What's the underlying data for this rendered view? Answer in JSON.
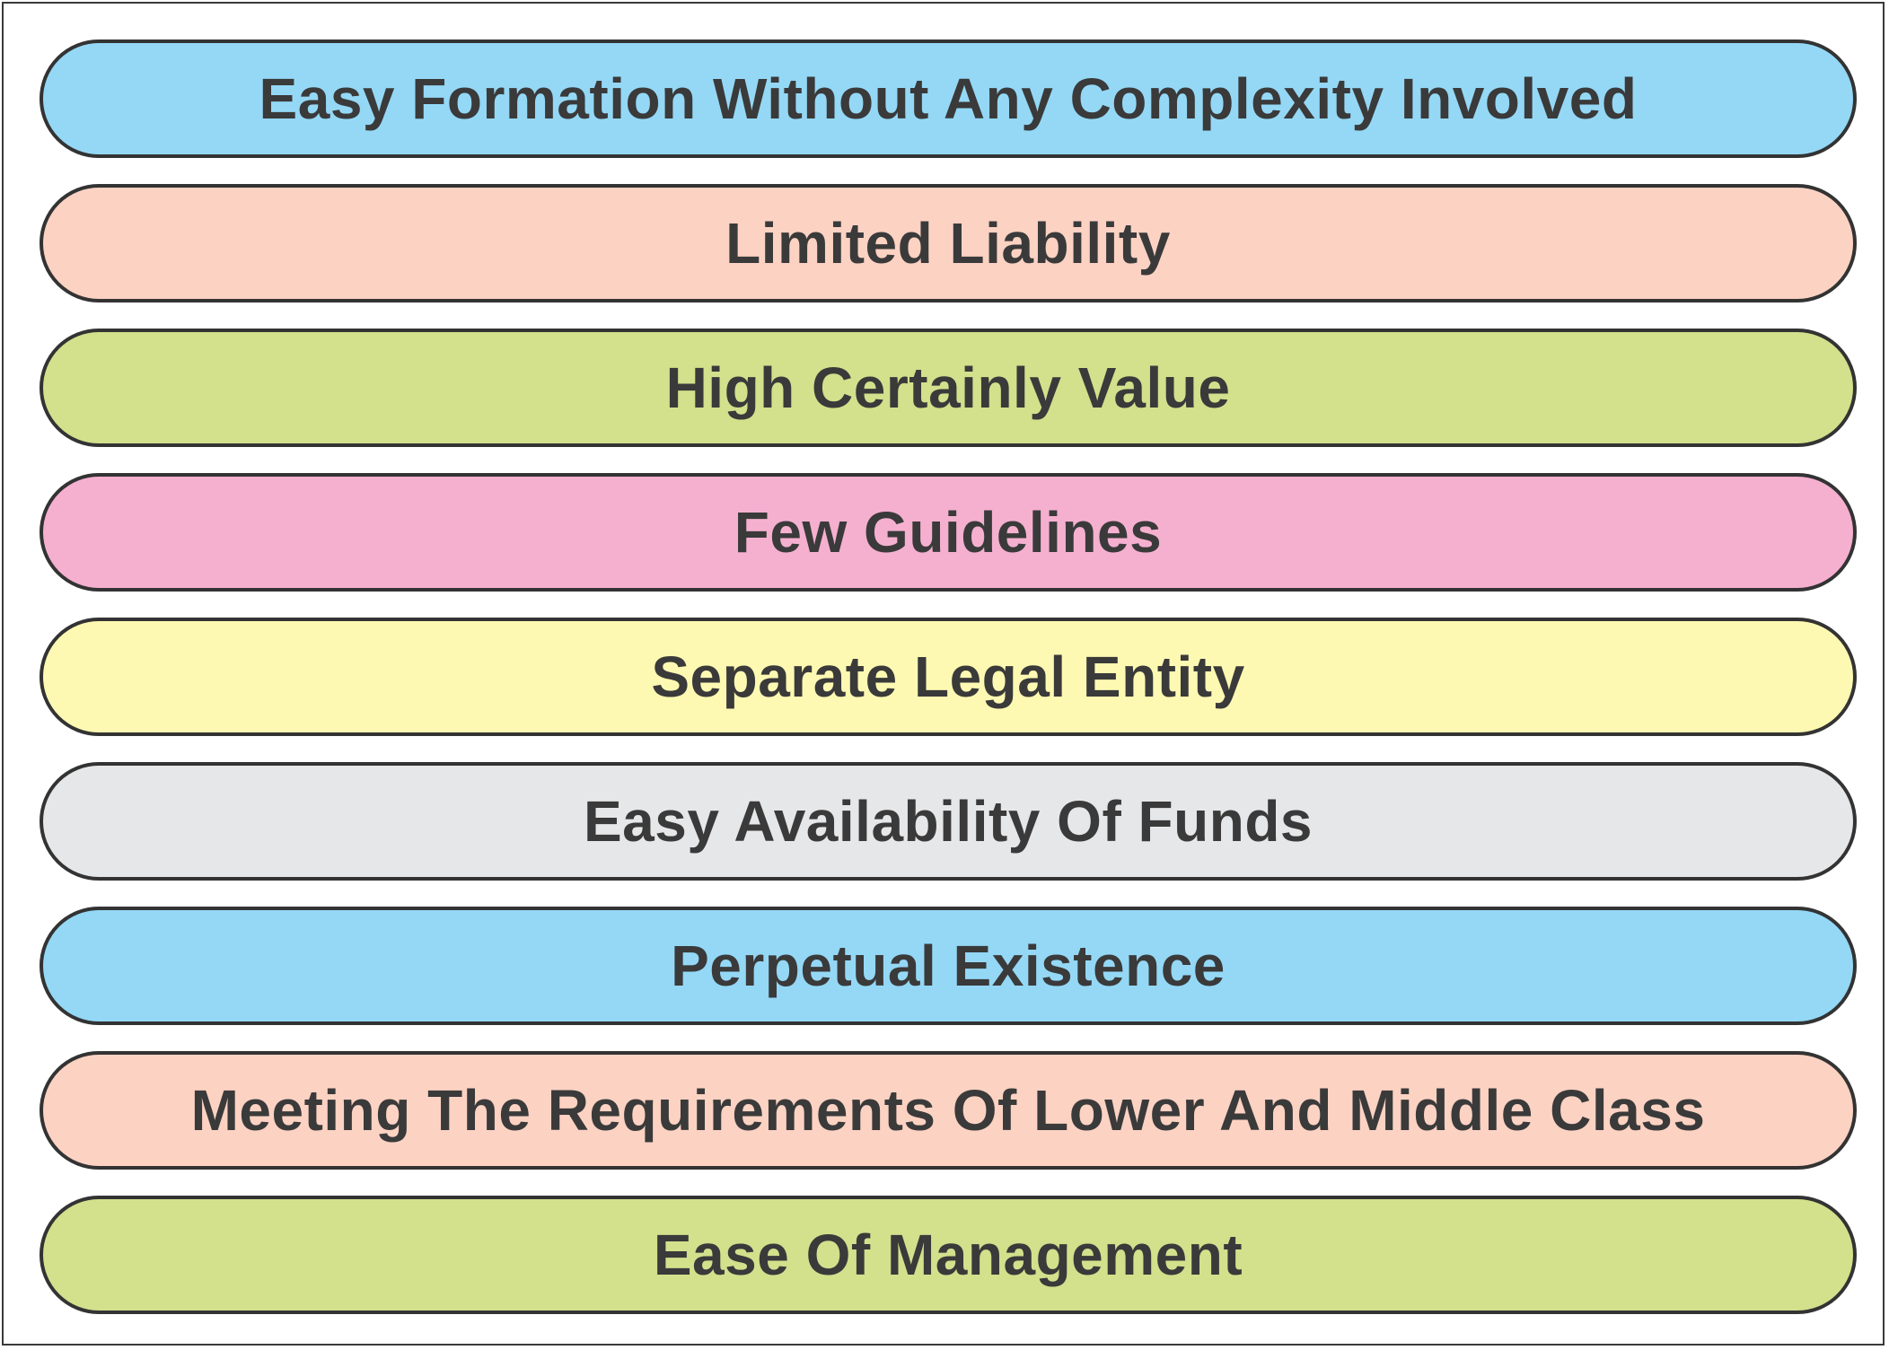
{
  "items": [
    {
      "label": "Easy Formation Without Any Complexity Involved",
      "color": "#94d8f6"
    },
    {
      "label": "Limited Liability",
      "color": "#fcd2c3"
    },
    {
      "label": "High Certainly Value",
      "color": "#d3e08c"
    },
    {
      "label": "Few Guidelines",
      "color": "#f5b0d0"
    },
    {
      "label": "Separate Legal Entity",
      "color": "#fef9b2"
    },
    {
      "label": "Easy Availability Of Funds",
      "color": "#e6e7e8"
    },
    {
      "label": "Perpetual Existence",
      "color": "#94d8f6"
    },
    {
      "label": "Meeting The Requirements Of Lower And Middle Class",
      "color": "#fcd2c3"
    },
    {
      "label": "Ease Of Management",
      "color": "#d3e08c"
    }
  ]
}
